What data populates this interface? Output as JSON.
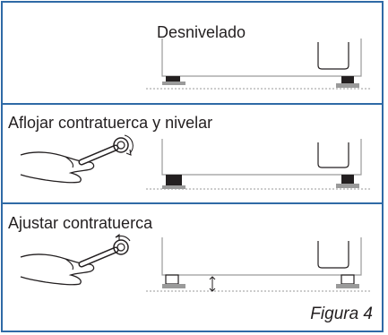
{
  "steps": [
    {
      "label": "Desnivelado"
    },
    {
      "label": "Aflojar contratuerca y nivelar"
    },
    {
      "label": "Ajustar contratuerca"
    }
  ],
  "caption": "Figura 4",
  "colors": {
    "border": "#2f6aa6",
    "ink": "#231f20",
    "light_ink": "#9a9a9a"
  },
  "icons": [
    "appliance-base",
    "leveling-foot",
    "hand-with-wrench",
    "rotation-arrow"
  ]
}
